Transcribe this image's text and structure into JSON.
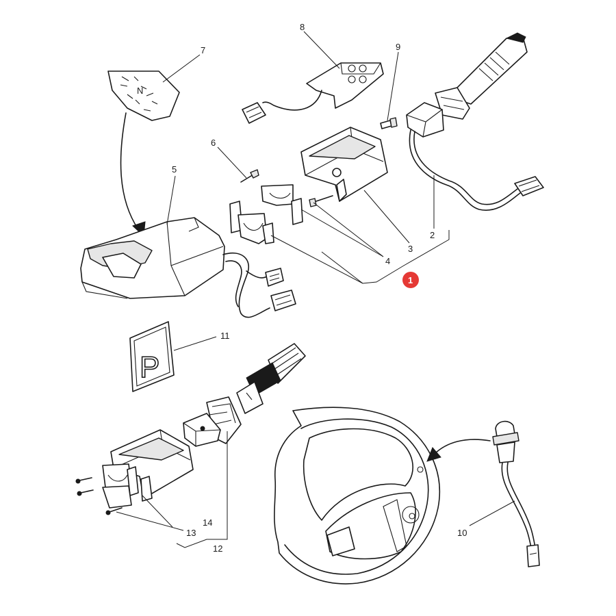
{
  "callouts": {
    "c1": "1",
    "c2": "2",
    "c3": "3",
    "c4": "4",
    "c5": "5",
    "c6": "6",
    "c7": "7",
    "c8": "8",
    "c9": "9",
    "c10": "10",
    "c11": "11",
    "c12": "12",
    "c13": "13",
    "c14": "14"
  },
  "parking_sign": {
    "letter": "P"
  },
  "badge_color": "#e53935"
}
